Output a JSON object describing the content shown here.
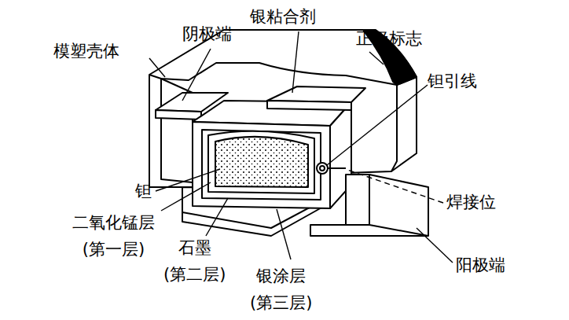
{
  "diagram": {
    "labels": [
      "银粘合剂",
      "阴极端",
      "正极标志",
      "模塑壳体",
      "钽引线",
      "钽",
      "焊接位",
      "二氧化锰层 (第一层)",
      "石墨 (第二层)",
      "阳极端",
      "银涂层 (第三层)"
    ]
  }
}
